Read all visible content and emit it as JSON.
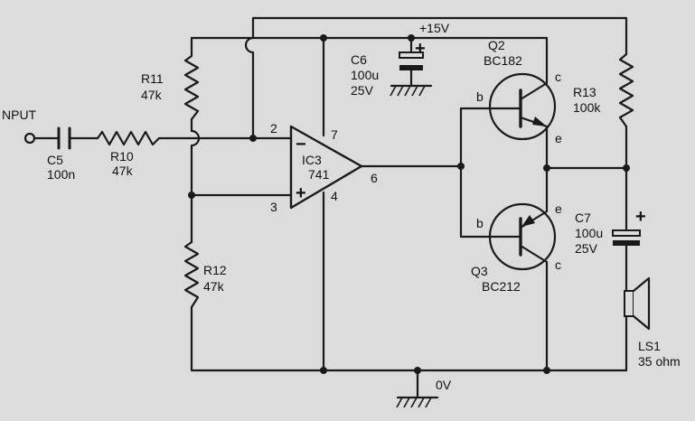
{
  "supply": {
    "positive_label": "+15V",
    "ground_label": "0V"
  },
  "input": {
    "label": "NPUT"
  },
  "components": {
    "c5": {
      "ref": "C5",
      "value": "100n"
    },
    "r10": {
      "ref": "R10",
      "value": "47k"
    },
    "r11": {
      "ref": "R11",
      "value": "47k"
    },
    "r12": {
      "ref": "R12",
      "value": "47k"
    },
    "r13": {
      "ref": "R13",
      "value": "100k"
    },
    "c6": {
      "ref": "C6",
      "value": "100u",
      "voltage": "25V"
    },
    "c7": {
      "ref": "C7",
      "value": "100u",
      "voltage": "25V"
    },
    "ic3": {
      "ref": "IC3",
      "part": "741",
      "pins": {
        "inv": "2",
        "noninv": "3",
        "out": "6",
        "vplus": "7",
        "vminus": "4"
      },
      "inv_sign": "−",
      "noninv_sign": "+"
    },
    "q2": {
      "ref": "Q2",
      "part": "BC182",
      "b": "b",
      "c": "c",
      "e": "e"
    },
    "q3": {
      "ref": "Q3",
      "part": "BC212",
      "b": "b",
      "c": "c",
      "e": "e"
    },
    "ls1": {
      "ref": "LS1",
      "value": "35 ohm"
    }
  },
  "polarity": {
    "c6_plus": "+",
    "c7_plus": "+"
  }
}
